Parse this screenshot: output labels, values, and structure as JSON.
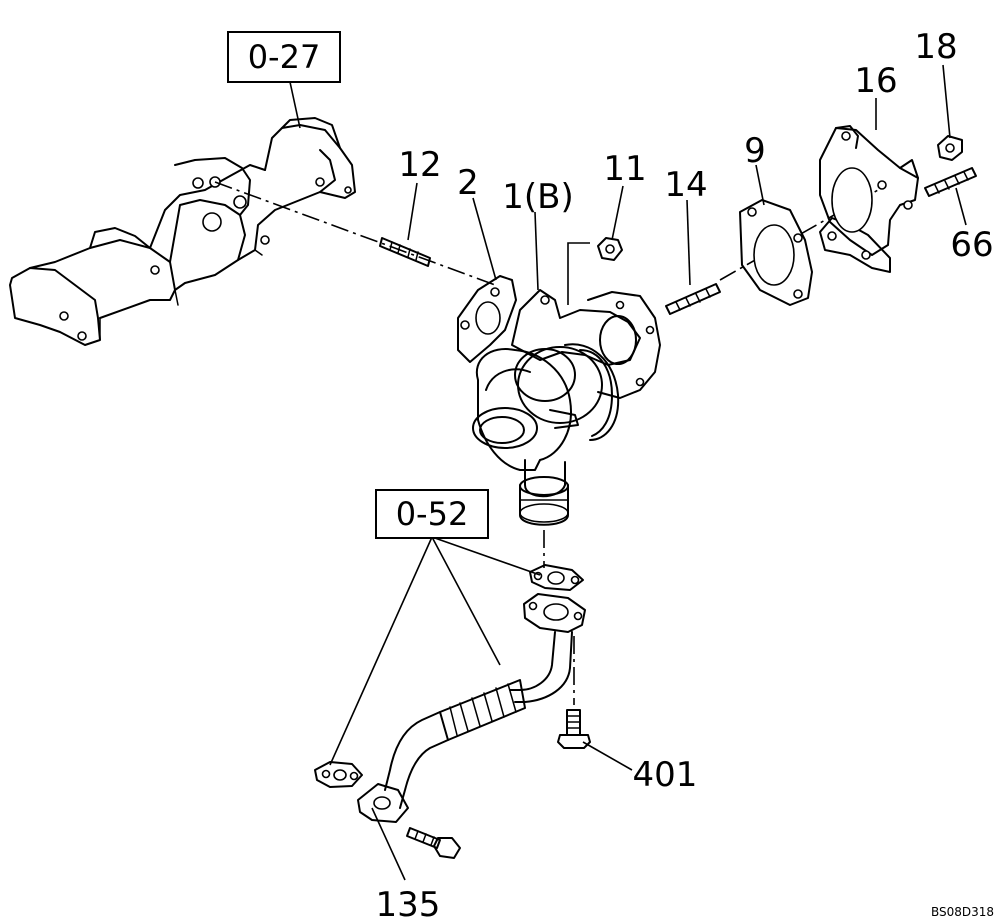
{
  "diagram": {
    "drawing_code": "BS08D318",
    "references": [
      "0-27",
      "0-52"
    ],
    "callouts": [
      "12",
      "2",
      "1(B)",
      "11",
      "14",
      "9",
      "16",
      "18",
      "66",
      "401",
      "135"
    ]
  }
}
